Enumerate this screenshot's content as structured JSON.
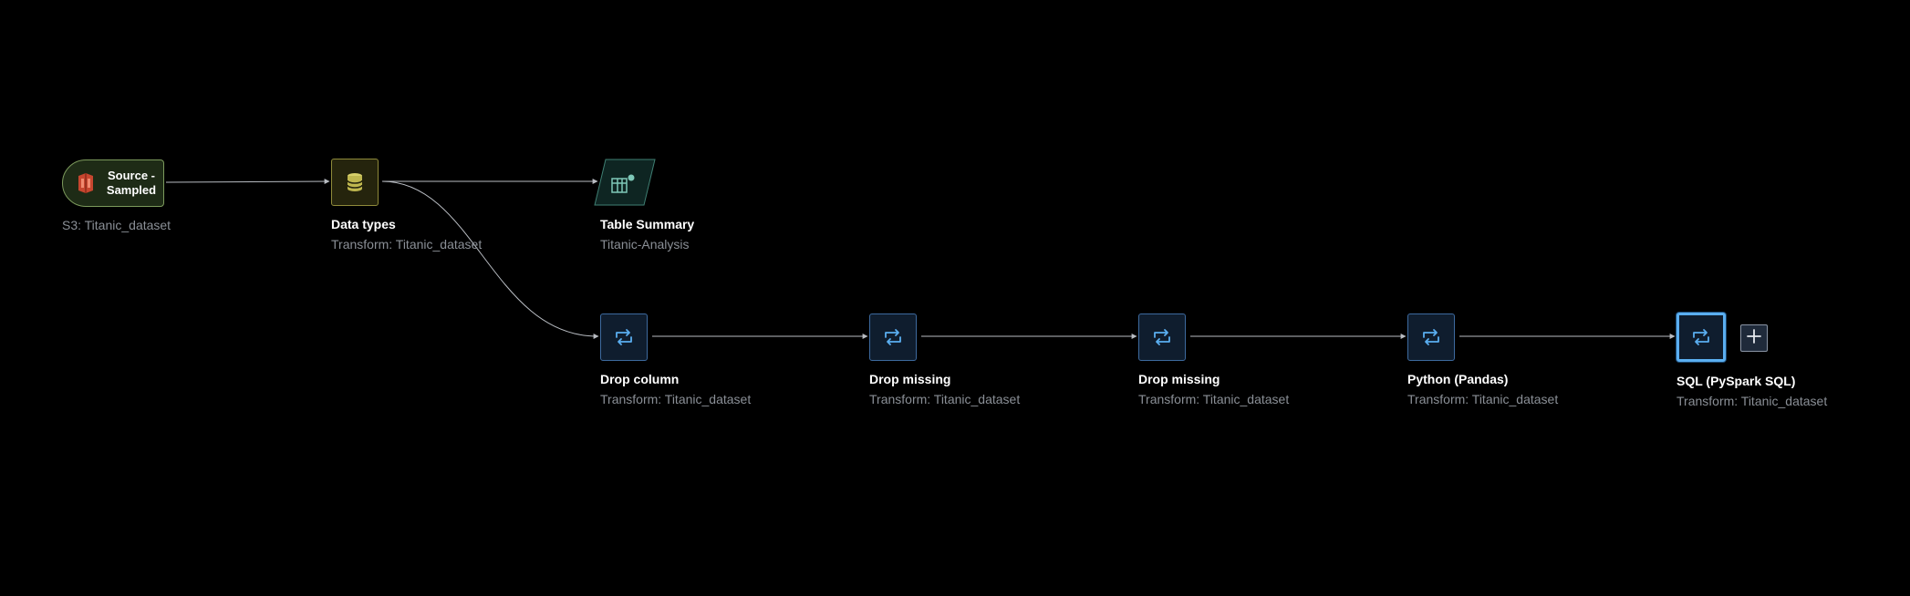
{
  "canvas": {
    "background": "#000000",
    "edge_color": "#b8bcc2"
  },
  "nodes": {
    "source": {
      "label": "Source - Sampled",
      "subtitle": "S3: Titanic_dataset",
      "icon": "s3-bucket-icon",
      "accent": "#7c9a5c",
      "icon_color": "#c7462f"
    },
    "data_types": {
      "title": "Data types",
      "subtitle": "Transform: Titanic_dataset",
      "icon": "database-icon",
      "accent": "#8f8a3a"
    },
    "table_summary": {
      "title": "Table Summary",
      "subtitle": "Titanic-Analysis",
      "icon": "table-analysis-icon",
      "accent": "#3f7f73"
    },
    "transforms": [
      {
        "title": "Drop column",
        "subtitle": "Transform: Titanic_dataset",
        "icon": "transform-icon",
        "selected": false
      },
      {
        "title": "Drop missing",
        "subtitle": "Transform: Titanic_dataset",
        "icon": "transform-icon",
        "selected": false
      },
      {
        "title": "Drop missing",
        "subtitle": "Transform: Titanic_dataset",
        "icon": "transform-icon",
        "selected": false
      },
      {
        "title": "Python (Pandas)",
        "subtitle": "Transform: Titanic_dataset",
        "icon": "transform-icon",
        "selected": false
      },
      {
        "title": "SQL (PySpark SQL)",
        "subtitle": "Transform: Titanic_dataset",
        "icon": "transform-icon",
        "selected": true
      }
    ]
  },
  "add_step": {
    "icon": "plus-icon"
  }
}
